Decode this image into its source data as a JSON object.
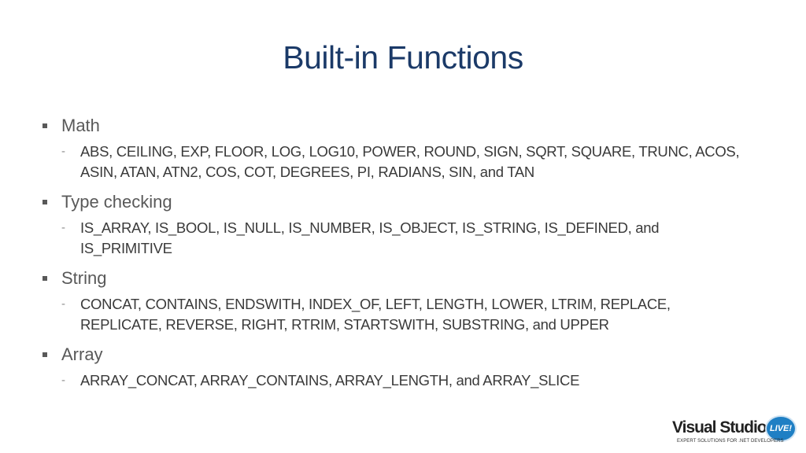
{
  "slide": {
    "title": "Built-in Functions",
    "bullets": [
      {
        "label": "Math",
        "subitems": [
          "ABS, CEILING, EXP, FLOOR, LOG, LOG10, POWER, ROUND, SIGN, SQRT, SQUARE, TRUNC, ACOS, ASIN, ATAN, ATN2, COS, COT, DEGREES, PI, RADIANS, SIN, and TAN"
        ]
      },
      {
        "label": "Type checking",
        "subitems": [
          "IS_ARRAY, IS_BOOL, IS_NULL, IS_NUMBER, IS_OBJECT, IS_STRING, IS_DEFINED, and IS_PRIMITIVE"
        ]
      },
      {
        "label": "String",
        "subitems": [
          "CONCAT, CONTAINS, ENDSWITH, INDEX_OF, LEFT, LENGTH, LOWER, LTRIM, REPLACE, REPLICATE, REVERSE, RIGHT, RTRIM, STARTSWITH, SUBSTRING, and UPPER"
        ]
      },
      {
        "label": "Array",
        "subitems": [
          "ARRAY_CONCAT, ARRAY_CONTAINS, ARRAY_LENGTH, and ARRAY_SLICE"
        ]
      }
    ],
    "sub_marker": "-"
  },
  "logo": {
    "name": "Visual Studio",
    "badge": "LIVE!",
    "tagline": "EXPERT SOLUTIONS FOR .NET DEVELOPERS"
  },
  "colors": {
    "title": "#1b3a68",
    "bullet_text": "#595959",
    "body_text": "#3a3a3a",
    "logo_badge": "#1f7fc4"
  }
}
